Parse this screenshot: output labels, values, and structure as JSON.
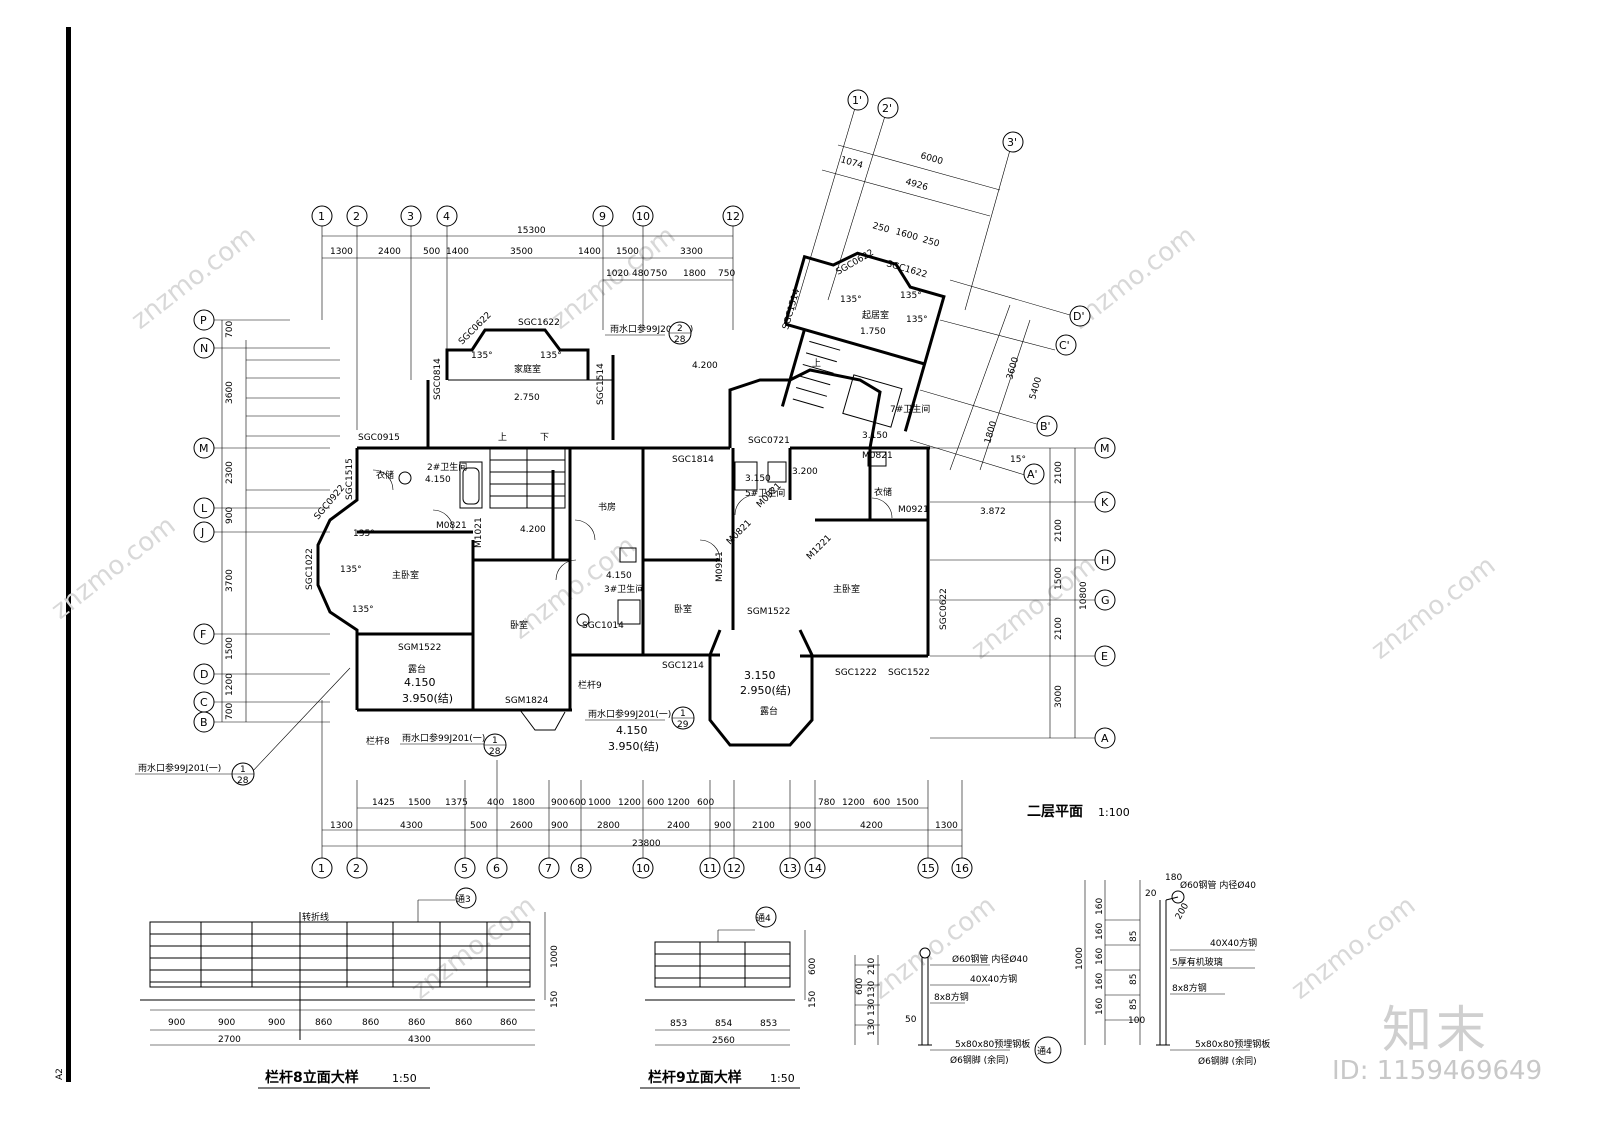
{
  "drawing": {
    "plan_title": "二层平面",
    "plan_scale": "1:100",
    "railing8_title": "栏杆8立面大样",
    "railing8_scale": "1:50",
    "railing9_title": "栏杆9立面大样",
    "railing9_scale": "1:50",
    "sheet_code": "A2"
  },
  "axes_top": [
    "1",
    "2",
    "3",
    "4",
    "9",
    "10",
    "12"
  ],
  "axes_bottom": [
    "1",
    "2",
    "5",
    "6",
    "7",
    "8",
    "10",
    "11",
    "12",
    "13",
    "14",
    "15",
    "16"
  ],
  "axes_left": [
    "P",
    "N",
    "M",
    "L",
    "J",
    "F",
    "D",
    "C",
    "B"
  ],
  "axes_right": [
    "M",
    "K",
    "H",
    "G",
    "E",
    "A"
  ],
  "axes_rotated": [
    "1'",
    "2'",
    "3'",
    "D'",
    "C'",
    "B'",
    "A'"
  ],
  "dims_top_overall": "15300",
  "dims_top": [
    "1300",
    "2400",
    "500",
    "1400",
    "3500",
    "1400",
    "1500",
    "3300"
  ],
  "dims_top_right": [
    "1020",
    "480",
    "750",
    "1800",
    "750"
  ],
  "dims_bottom_overall": "23800",
  "dims_bottom": [
    "1300",
    "4300",
    "500",
    "2600",
    "900",
    "2800",
    "2400",
    "900",
    "2100",
    "900",
    "4200",
    "1300"
  ],
  "dims_bottom_detail": [
    "1425",
    "1500",
    "1375",
    "400",
    "1800",
    "900",
    "600",
    "1000",
    "1200",
    "600",
    "1200",
    "600",
    "780",
    "1200",
    "600",
    "1500"
  ],
  "dims_left": [
    "700",
    "3600",
    "2300",
    "900",
    "3700",
    "1500",
    "1200",
    "700"
  ],
  "dims_right": [
    "2100",
    "2100",
    "1500",
    "2100",
    "3000",
    "10800"
  ],
  "dims_rotated": [
    "6000",
    "4926",
    "1074",
    "250",
    "1600",
    "250",
    "3600",
    "5400",
    "1800"
  ],
  "rooms": [
    {
      "name": "家庭室",
      "level": "2.750"
    },
    {
      "name": "起居室",
      "level": "1.750"
    },
    {
      "name": "主卧室",
      "level": ""
    },
    {
      "name": "卧室",
      "level": ""
    },
    {
      "name": "书房",
      "level": ""
    },
    {
      "name": "卧室",
      "level": ""
    },
    {
      "name": "主卧室",
      "level": ""
    },
    {
      "name": "露台",
      "level": "4.150"
    },
    {
      "name": "露台",
      "level": "3.150"
    },
    {
      "name": "衣储",
      "level": ""
    },
    {
      "name": "衣储",
      "level": ""
    },
    {
      "name": "2#卫生间",
      "level": "4.150"
    },
    {
      "name": "3#卫生间",
      "level": "4.150"
    },
    {
      "name": "5#卫生间",
      "level": "3.150"
    },
    {
      "name": "7#卫生间",
      "level": "3.150"
    }
  ],
  "levels": [
    "4.200",
    "4.200",
    "3.200",
    "3.872",
    "3.950(结)",
    "2.950(结)",
    "4.150",
    "3.950(结)"
  ],
  "openings": [
    "SGC1622",
    "SGC0622",
    "SGC1514",
    "SGC0814",
    "SGC0915",
    "SGC1515",
    "SGC1022",
    "SGC0922",
    "SGM1522",
    "SGM1824",
    "SGC1814",
    "SGC0721",
    "SGC1014",
    "SGM1522",
    "SGC1214",
    "SGC1222",
    "SGC1522",
    "SGC0622",
    "M0821",
    "M1021",
    "M0921",
    "M0821",
    "M0921",
    "M1221",
    "M0821",
    "M0921",
    "SGC1622",
    "SGC1514",
    "SGC0622"
  ],
  "angles": [
    "135°",
    "135°",
    "135°",
    "135°",
    "135°",
    "135°",
    "135°",
    "135°",
    "15°"
  ],
  "notes": [
    "雨水口参99J201(一)",
    "雨水口参99J201(一)",
    "雨水口参99J201(一)",
    "雨水口参99J201(一)",
    "栏杆8",
    "栏杆9",
    "上",
    "下",
    "上"
  ],
  "detail_refs": [
    {
      "top": "2",
      "bottom": "28"
    },
    {
      "top": "1",
      "bottom": "29"
    },
    {
      "top": "1",
      "bottom": "28"
    },
    {
      "top": "1",
      "bottom": "28"
    }
  ],
  "railing8": {
    "label_top": "转折线",
    "ref": "通3",
    "dims": [
      "900",
      "900",
      "900",
      "860",
      "860",
      "860",
      "860",
      "860"
    ],
    "totals": [
      "2700",
      "4300"
    ],
    "heights": [
      "1000",
      "150"
    ]
  },
  "railing9": {
    "ref": "通4",
    "dims": [
      "853",
      "854",
      "853"
    ],
    "total": "2560",
    "heights": [
      "600",
      "150"
    ]
  },
  "section_a": {
    "labels": [
      "Ø60钢管 内径Ø40",
      "40X40方钢",
      "8x8方钢",
      "5x80x80预埋钢板",
      "Ø6钢脚 (余同)"
    ],
    "dims": [
      "210",
      "130",
      "130",
      "130",
      "600",
      "50"
    ]
  },
  "section_b": {
    "ref": "通4",
    "labels": [
      "Ø60钢管 内径Ø40",
      "40X40方钢",
      "5厚有机玻璃",
      "8x8方钢",
      "5x80x80预埋钢板",
      "Ø6钢脚 (余同)"
    ],
    "dims": [
      "180",
      "20",
      "200",
      "160",
      "160",
      "160",
      "160",
      "160",
      "85",
      "85",
      "85",
      "100",
      "1000"
    ]
  },
  "watermark": {
    "text": "znzmo.com",
    "logo": "知末",
    "id": "ID: 1159469649"
  }
}
